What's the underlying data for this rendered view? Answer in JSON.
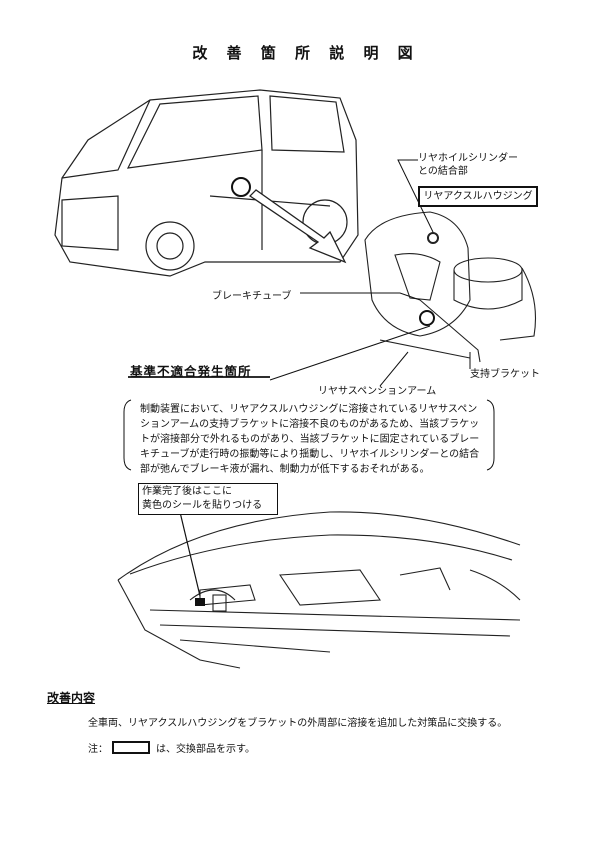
{
  "title": "改 善 箇 所 説 明 図",
  "labels": {
    "cylinder_line1": "リヤホイルシリンダー",
    "cylinder_line2": "との結合部",
    "housing": "リヤアクスルハウジング",
    "brake_tube": "ブレーキチューブ",
    "bracket": "支持ブラケット",
    "suspension_arm": "リヤサスペンションアーム"
  },
  "defect_title": "基準不適合発生箇所",
  "description": "制動装置において、リヤアクスルハウジングに溶接されているリヤサスペンションアームの支持ブラケットに溶接不良のものがあるため、当該ブラケットが溶接部分で外れるものがあり、当該ブラケットに固定されているブレーキチューブが走行時の振動等により揺動し、リヤホイルシリンダーとの結合部が弛んでブレーキ液が漏れ、制動力が低下するおそれがある。",
  "sticker_line1": "作業完了後はここに",
  "sticker_line2": "黄色のシールを貼りつける",
  "improvement": {
    "heading": "改善内容",
    "text": "全車両、リヤアクスルハウジングをブラケットの外周部に溶接を追加した対策品に交換する。",
    "note_prefix": "注：",
    "note_suffix": "は、交換部品を示す。"
  }
}
